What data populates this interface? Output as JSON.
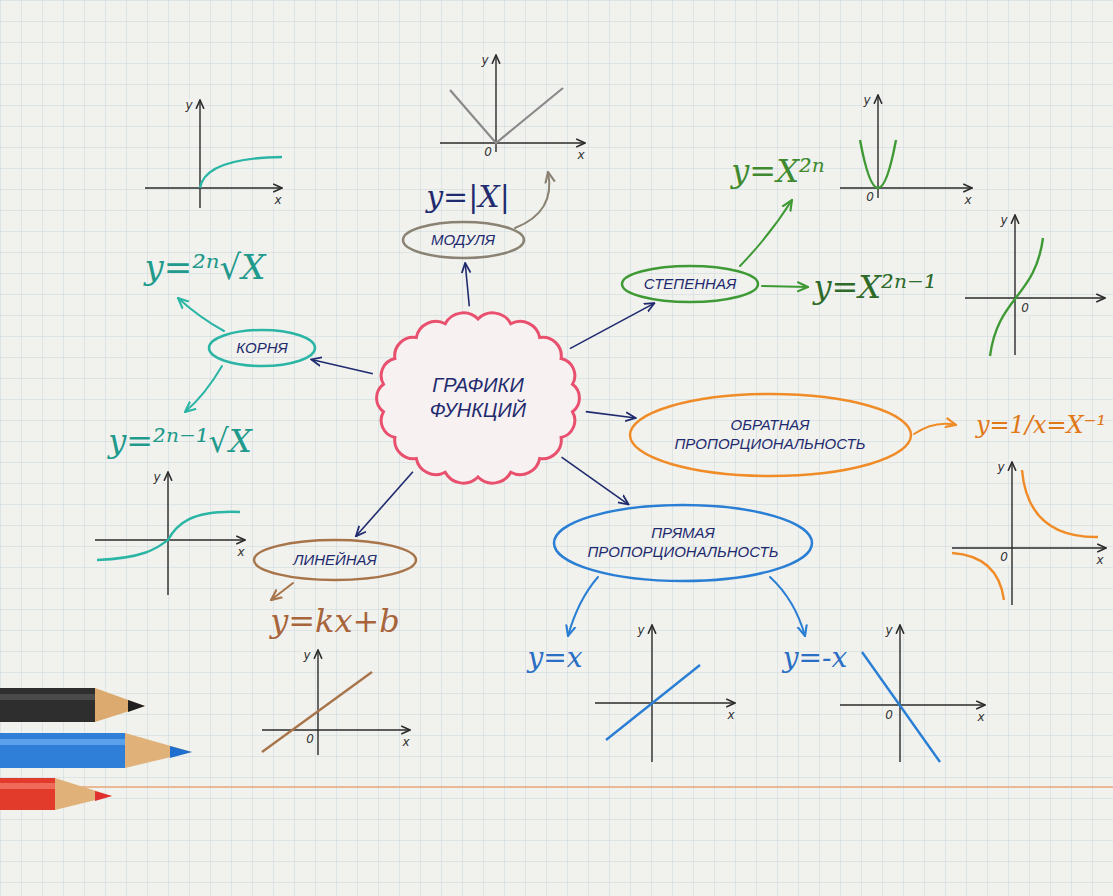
{
  "diagram": {
    "nodes": [
      {
        "text": [
          "МОДУЛЯ"
        ]
      },
      {
        "text": [
          "СТЕПЕННАЯ"
        ]
      },
      {
        "text": [
          "КОРНЯ"
        ]
      },
      {
        "text": [
          "ГРАФИКИ ФУНКЦИЙ"
        ]
      },
      {
        "text": [
          "ОБРАТНАЯ ПРОПОРЦИОНАЛЬНОСТЬ"
        ]
      },
      {
        "text": [
          "ПРЯМАЯ ПРОПОРЦИОНАЛЬНОСТЬ"
        ]
      },
      {
        "text": [
          "ЛИНЕЙНАЯ"
        ]
      }
    ],
    "edges": [
      {
        "from": 3,
        "to": 0,
        "arrow": "to"
      },
      {
        "from": 3,
        "to": 1,
        "arrow": "to"
      },
      {
        "from": 3,
        "to": 2,
        "arrow": "to"
      },
      {
        "from": 3,
        "to": 4,
        "arrow": "to"
      },
      {
        "from": 3,
        "to": 5,
        "arrow": "to"
      },
      {
        "from": 3,
        "to": 6,
        "arrow": "to"
      }
    ],
    "labels": [
      "y",
      "x",
      "0",
      "y",
      "x",
      "y",
      "x",
      "0",
      "y=X²ⁿ",
      "y=|X|",
      "y=²ⁿ√X",
      "y",
      "0",
      "y=X²ⁿ⁻¹",
      "y=1/x=X⁻¹",
      "y=²ⁿ⁻¹√X",
      "y",
      "x",
      "0",
      "y",
      "x",
      "y=kx+b",
      "y=x",
      "y=-x",
      "y",
      "x",
      "y",
      "x",
      "0",
      "y",
      "x",
      "0"
    ]
  }
}
